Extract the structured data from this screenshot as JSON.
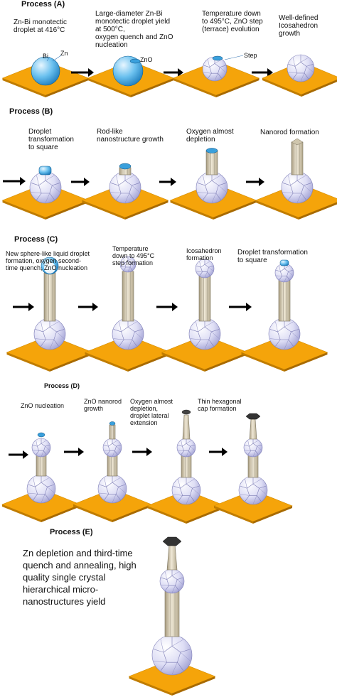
{
  "processes": {
    "a": {
      "title": "Process (A)",
      "steps": [
        {
          "label": "Zn-Bi monotectic\ndroplet at 416°C",
          "sub": {
            "bi": "Bi",
            "zn": "Zn"
          }
        },
        {
          "label": "Large-diameter Zn-Bi\nmonotectic droplet yield\nat 500°C,\n oxygen quench and ZnO\nnucleation",
          "sub": {
            "zno": "ZnO"
          }
        },
        {
          "label": "Temperature down\nto 495°C, ZnO step\n(terrace) evolution",
          "sub": {
            "step": "Step"
          }
        },
        {
          "label": "Well-defined\nIcosahedron\ngrowth"
        }
      ]
    },
    "b": {
      "title": "Process (B)",
      "steps": [
        {
          "label": "Droplet\ntransformation\nto square"
        },
        {
          "label": "Rod-like\nnanostructure growth"
        },
        {
          "label": "Oxygen almost\ndepletion"
        },
        {
          "label": "Nanorod formation"
        }
      ]
    },
    "c": {
      "title": "Process (C)",
      "steps": [
        {
          "label": "New sphere-like liquid droplet\nformation, oxygen second-\ntime quench, ZnO nucleation"
        },
        {
          "label": "Temperature\ndown to 495°C\nstep formation"
        },
        {
          "label": "Icosahedron\nformation"
        },
        {
          "label": "Droplet transformation\nto square"
        }
      ]
    },
    "d": {
      "title": "Process (D)",
      "steps": [
        {
          "label": "ZnO nucleation"
        },
        {
          "label": "ZnO nanorod\ngrowth"
        },
        {
          "label": "Oxygen almost\ndepletion,\ndroplet lateral\nextension"
        },
        {
          "label": "Thin hexagonal\ncap formation"
        }
      ]
    },
    "e": {
      "title": "Process (E)",
      "label": "Zn depletion and third-time\nquench and annealing, high\nquality single crystal\nhierarchical micro-\nnanostructures yield"
    }
  },
  "colors": {
    "substrate": "#f5a40a",
    "substrate_side": "#c07c00",
    "icosahedron": "#d9d9f3",
    "rod": "#d8cfb8",
    "droplet": "#3aa0dc",
    "cap": "#333333",
    "arrow": "#000000"
  }
}
